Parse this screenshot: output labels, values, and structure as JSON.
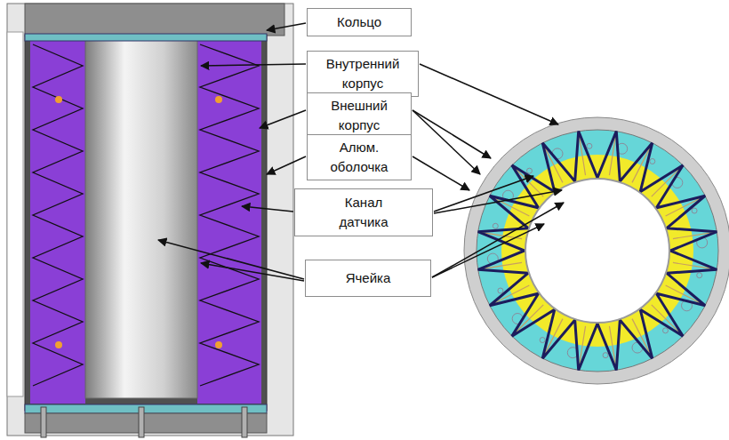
{
  "diagram": {
    "nodes": [
      {
        "text": [
          "Кольцо"
        ]
      },
      {
        "text": [
          "Внутренний корпус"
        ]
      },
      {
        "text": [
          "Внешний корпус"
        ]
      },
      {
        "text": [
          "Алюм. оболочка"
        ]
      },
      {
        "text": [
          "Канал датчика"
        ]
      },
      {
        "text": [
          "Ячейка"
        ]
      }
    ]
  }
}
